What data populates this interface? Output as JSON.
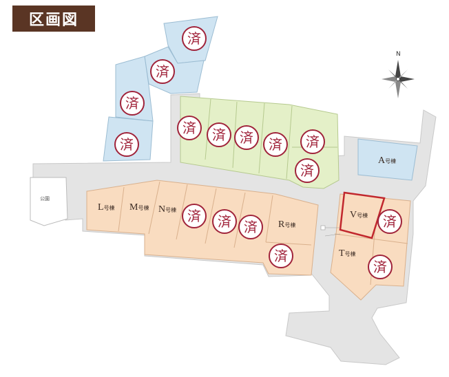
{
  "title": "区画図",
  "compass": {
    "north_label": "N"
  },
  "park_label": "公園",
  "sold_mark": "済",
  "lot_suffix": "号棟",
  "lots": {
    "A": "A",
    "L": "L",
    "M": "M",
    "N": "N",
    "R": "R",
    "T": "T",
    "V": "V"
  },
  "colors": {
    "road": "#e4e4e4",
    "road_edge": "#c8c8c8",
    "lot_blue": "#cfe4f2",
    "lot_green": "#e4f0c8",
    "lot_orange": "#f9dcc0",
    "sold_circle": "#a0233a",
    "highlight": "#c1272d",
    "title_bg": "#5a3524"
  }
}
